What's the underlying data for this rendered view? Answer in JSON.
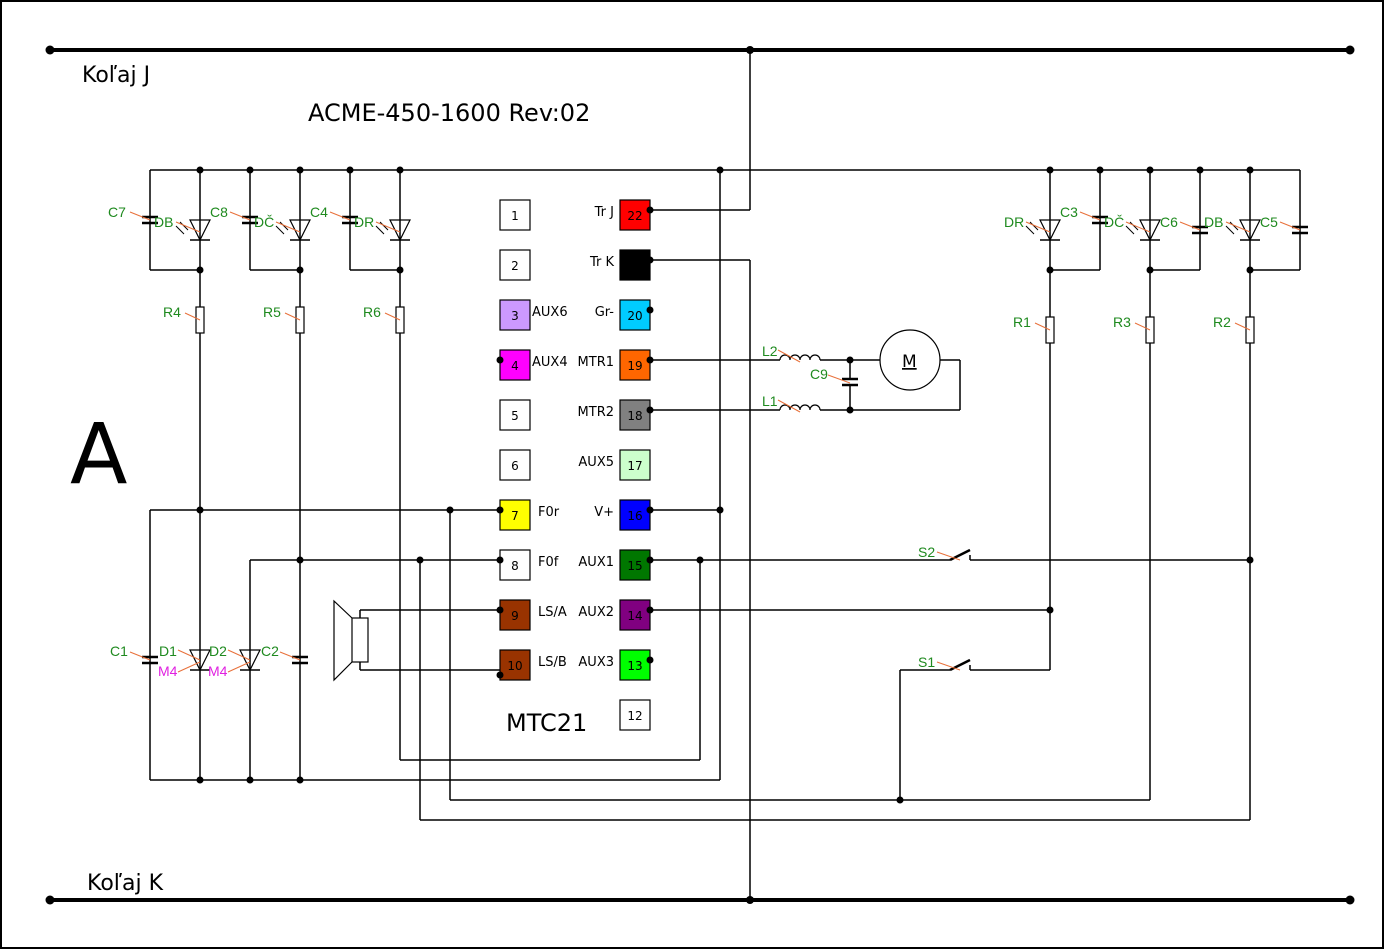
{
  "diagram": {
    "title": "ACME-450-1600 Rev:02",
    "sheet_letter": "A",
    "connector_name": "MTC21",
    "rails": {
      "top": "Koľaj J",
      "bottom": "Koľaj K"
    },
    "connector_pins_left": [
      {
        "num": "1",
        "label": "",
        "color": "#ffffff"
      },
      {
        "num": "2",
        "label": "",
        "color": "#ffffff"
      },
      {
        "num": "3",
        "label": "AUX6",
        "color": "#cc99ff"
      },
      {
        "num": "4",
        "label": "AUX4",
        "color": "#ff00ff"
      },
      {
        "num": "5",
        "label": "",
        "color": "#ffffff"
      },
      {
        "num": "6",
        "label": "",
        "color": "#ffffff"
      },
      {
        "num": "7",
        "label": "F0r",
        "color": "#ffff00"
      },
      {
        "num": "8",
        "label": "F0f",
        "color": "#ffffff"
      },
      {
        "num": "9",
        "label": "LS/A",
        "color": "#993300"
      },
      {
        "num": "10",
        "label": "LS/B",
        "color": "#993300"
      }
    ],
    "connector_pins_right": [
      {
        "num": "22",
        "label": "Tr J",
        "color": "#ff0000"
      },
      {
        "num": "",
        "label": "Tr K",
        "color": "#000000"
      },
      {
        "num": "20",
        "label": "Gr-",
        "color": "#00ccff"
      },
      {
        "num": "19",
        "label": "MTR1",
        "color": "#ff6600"
      },
      {
        "num": "18",
        "label": "MTR2",
        "color": "#808080"
      },
      {
        "num": "17",
        "label": "AUX5",
        "color": "#ccffcc"
      },
      {
        "num": "16",
        "label": "V+",
        "color": "#0000ff"
      },
      {
        "num": "15",
        "label": "AUX1",
        "color": "#007700"
      },
      {
        "num": "14",
        "label": "AUX2",
        "color": "#800080"
      },
      {
        "num": "13",
        "label": "AUX3",
        "color": "#00ff00"
      },
      {
        "num": "12",
        "label": "",
        "color": "#ffffff"
      }
    ],
    "components": {
      "left_leds": [
        {
          "cap": "C7",
          "led": "DB",
          "res": "R4"
        },
        {
          "cap": "C8",
          "led": "DČ",
          "res": "R5"
        },
        {
          "cap": "C4",
          "led": "DR",
          "res": "R6"
        }
      ],
      "right_leds": [
        {
          "cap": "C3",
          "led": "DR",
          "res": "R1"
        },
        {
          "cap": "C6",
          "led": "DČ",
          "res": "R3"
        },
        {
          "cap": "C5",
          "led": "DB",
          "res": "R2"
        }
      ],
      "motor": {
        "label": "M",
        "inductor_top": "L2",
        "inductor_bottom": "L1",
        "cap": "C9"
      },
      "bottom_diodes": {
        "cap_left": "C1",
        "cap_right": "C2",
        "diode1": "D1",
        "diode2": "D2",
        "diode1_type": "M4",
        "diode2_type": "M4"
      },
      "switches": {
        "top": "S2",
        "bottom": "S1"
      }
    }
  }
}
